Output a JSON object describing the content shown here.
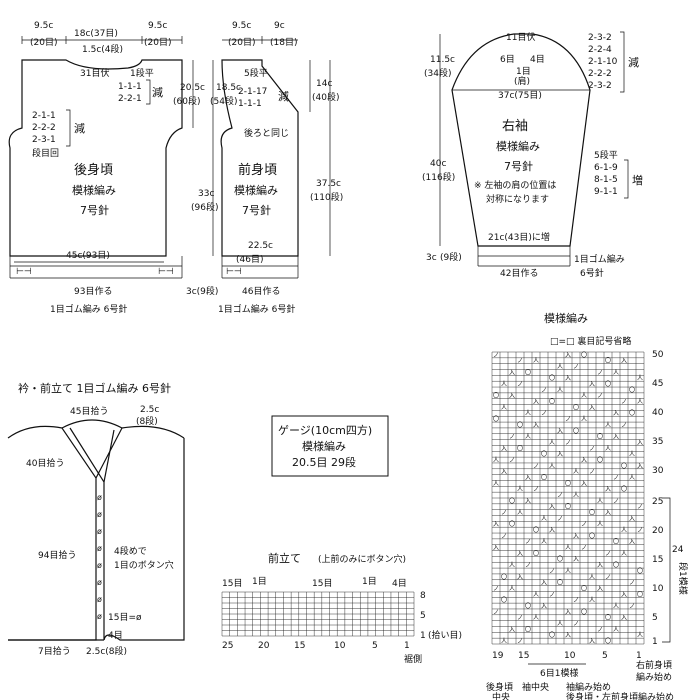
{
  "back": {
    "top_left_w": "9.5c",
    "top_left_st": "(20目)",
    "neck_w": "18c(37目)",
    "top_right_w": "9.5c",
    "top_right_st": "(20目)",
    "neck_depth": "1.5c(4段)",
    "neck_bind": "31目伏",
    "neck_dec": [
      "1段平",
      "1-1-1",
      "2-2-1"
    ],
    "neck_dec_word": "減",
    "armhole_h": "20.5c",
    "armhole_rows": "(60段)",
    "armhole_dec": [
      "2-1-1",
      "2-2-2",
      "2-3-1"
    ],
    "armhole_dec_word": "減",
    "armhole_bind": "段目回",
    "title": "後身頃",
    "pattern": "模様編み",
    "needle": "7号針",
    "body_h": "33c",
    "body_rows": "(96段)",
    "width": "45c(93目)",
    "cast_on": "93目作る",
    "rib": "1目ゴム編み 6号針",
    "rib_h": "3c(9段)"
  },
  "front": {
    "top_w": "9.5c",
    "top_st": "(20目)",
    "top_w2": "9c",
    "top_st2": "(18目)",
    "armhole_h": "18.5c",
    "armhole_rows": "(54段)",
    "neck_flat": "5段平",
    "neck_dec": [
      "2-1-17",
      "1-1-1"
    ],
    "neck_dec_word": "減",
    "same_as_back": "後ろと同じ",
    "neck_h": "14c",
    "neck_rows": "(40段)",
    "total_h": "37.5c",
    "total_rows": "(110段)",
    "title": "前身頃",
    "pattern": "模様編み",
    "needle": "7号針",
    "width": "22.5c",
    "width_st": "(46目)",
    "cast_on": "46目作る",
    "rib": "1目ゴム編み 6号針"
  },
  "sleeve": {
    "top_bind": "11目伏",
    "side_bind": "6目",
    "cap_st": "4目",
    "mark": "1目",
    "mark_sub": "(肩)",
    "cap_dec": [
      "2-3-2",
      "2-2-4",
      "2-1-10",
      "2-2-2",
      "2-3-2"
    ],
    "cap_dec_word": "減",
    "cap_h": "11.5c",
    "cap_rows": "(34段)",
    "width_top": "37c(75目)",
    "title": "右袖",
    "pattern": "模様編み",
    "needle": "7号針",
    "note1": "※ 左袖の肩の位置は",
    "note2": "対称になります",
    "inc": [
      "5段平",
      "6-1-9",
      "8-1-5",
      "9-1-1"
    ],
    "inc_word": "増",
    "len": "40c",
    "len_rows": "(116段)",
    "cuff_inc": "21c(43目)に増",
    "cuff_h": "3c",
    "cuff_rows": "(9段)",
    "cast_on": "42目作る",
    "rib": "1目ゴム編み",
    "rib_needle": "6号針"
  },
  "collar": {
    "title": "衿・前立て 1目ゴム編み 6号針",
    "back_pick": "45目拾う",
    "back_w": "2.5c",
    "back_rows": "(8段)",
    "neck_pick": "40目拾う",
    "front_pick": "94目拾う",
    "buttonhole1": "4段めで",
    "buttonhole2": "1目のボタン穴",
    "hole_count": "15目=ø",
    "bottom_st": "4目",
    "bottom_pick": "7目拾う",
    "bottom_w": "2.5c(8段)"
  },
  "gauge": {
    "title": "ゲージ(10cm四方)",
    "line1": "模様編み",
    "line2": "20.5目 29段"
  },
  "band": {
    "title": "前立て",
    "subtitle": "(上前のみにボタン穴)",
    "marks": [
      "15目",
      "1目",
      "15目",
      "1目",
      "4目"
    ],
    "axis": [
      "25",
      "20",
      "15",
      "10",
      "5",
      "1"
    ],
    "rows": [
      "8",
      "5",
      "1"
    ],
    "pick": "(拾い目)",
    "edge": "裾側"
  },
  "chart": {
    "title": "模様編み",
    "legend": "□=□ 裏目記号省略",
    "rows": [
      "50",
      "45",
      "40",
      "35",
      "30",
      "25",
      "20",
      "15",
      "10",
      "5",
      "1"
    ],
    "repeat_rows": "24",
    "repeat_label": "段1模様",
    "cols": [
      "19",
      "15",
      "10",
      "5",
      "1"
    ],
    "repeat_st": "6目1模様",
    "labels": [
      "後身頃",
      "中央",
      "袖中央",
      "袖編み始め",
      "後身頃・左前身頃編み始め",
      "右前身頃",
      "編み始め"
    ]
  }
}
